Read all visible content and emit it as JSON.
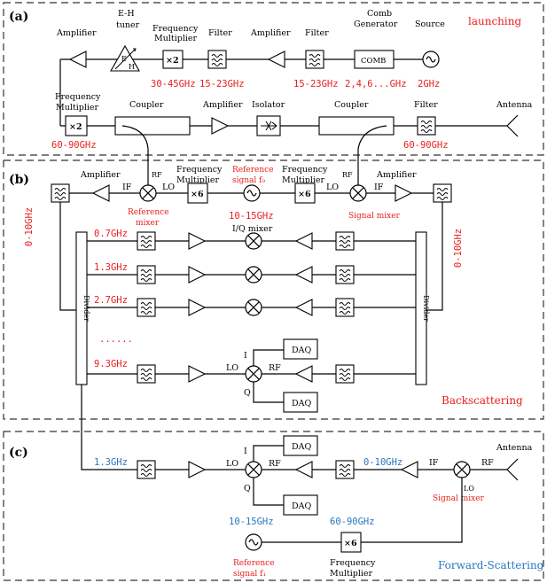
{
  "colors": {
    "red": "#e8201c",
    "blue": "#2a76c0",
    "line": "#000000"
  },
  "sections": {
    "a": {
      "tag": "(a)",
      "name": "launching"
    },
    "b": {
      "tag": "(b)",
      "name": "Backscattering"
    },
    "c": {
      "tag": "(c)",
      "name": "Forward-Scattering"
    }
  },
  "a": {
    "amplifier_left": "Amplifier",
    "eh_tuner": [
      "E-H",
      "tuner"
    ],
    "eh_letters": {
      "e": "E",
      "h": "H"
    },
    "freq_mult": [
      "Frequency",
      "Multiplier"
    ],
    "x2": "×2",
    "filter": "Filter",
    "amplifier_mid": "Amplifier",
    "filter2": "Filter",
    "comb_gen": [
      "Comb",
      "Generator"
    ],
    "comb": "COMB",
    "source": "Source",
    "f_30_45": "30-45GHz",
    "f_15_23a": "15-23GHz",
    "f_15_23b": "15-23GHz",
    "f_comb": "2,4,6...GHz",
    "f_2": "2GHz",
    "freq_mult2": [
      "Frequency",
      "Multiplier"
    ],
    "x2b": "×2",
    "coupler1": "Coupler",
    "amplifier2": "Amplifier",
    "isolator": "Isolator",
    "coupler2": "Coupler",
    "filter3": "Filter",
    "antenna": "Antenna",
    "f_60_90a": "60-90GHz",
    "f_60_90b": "60-90GHz"
  },
  "b": {
    "amplifier_left": "Amplifier",
    "if_left": "IF",
    "lo_left": "LO",
    "rf_left": "RF",
    "ref_mixer": [
      "Reference",
      "mixer"
    ],
    "freq_mult_l": [
      "Frequency",
      "Multiplier"
    ],
    "x6_l": "×6",
    "ref_signal": [
      "Reference",
      "signal f₀"
    ],
    "f_10_15": "10-15GHz",
    "freq_mult_r": [
      "Frequency",
      "Multiplier"
    ],
    "x6_r": "×6",
    "lo_right": "LO",
    "rf_right": "RF",
    "if_right": "IF",
    "signal_mixer": "Signal mixer",
    "amplifier_right": "Amplifier",
    "f_0_10_left": "0-10GHz",
    "f_0_10_right": "0-10GHz",
    "iq_mixer": "I/Q mixer",
    "channels": [
      "0.7GHz",
      "1.3GHz",
      "2.7GHz"
    ],
    "ellipsis": "......",
    "last_channel": "9.3GHz",
    "divider_left": "Divider",
    "divider_right": "Divider",
    "i": "I",
    "q": "Q",
    "lo": "LO",
    "rf": "RF",
    "daq1": "DAQ",
    "daq2": "DAQ"
  },
  "c": {
    "f_1_3": "1.3GHz",
    "lo": "LO",
    "i": "I",
    "q": "Q",
    "rf": "RF",
    "daq1": "DAQ",
    "daq2": "DAQ",
    "f_0_10": "0-10GHz",
    "if": "IF",
    "rf_right": "RF",
    "lo_right": "LO",
    "signal_mixer": "Signal mixer",
    "antenna": "Antenna",
    "f_10_15": "10-15GHz",
    "f_60_90": "60-90GHz",
    "x6": "×6",
    "ref_signal": [
      "Reference",
      "signal f₁"
    ],
    "freq_mult": [
      "Frequency",
      "Multiplier"
    ]
  }
}
